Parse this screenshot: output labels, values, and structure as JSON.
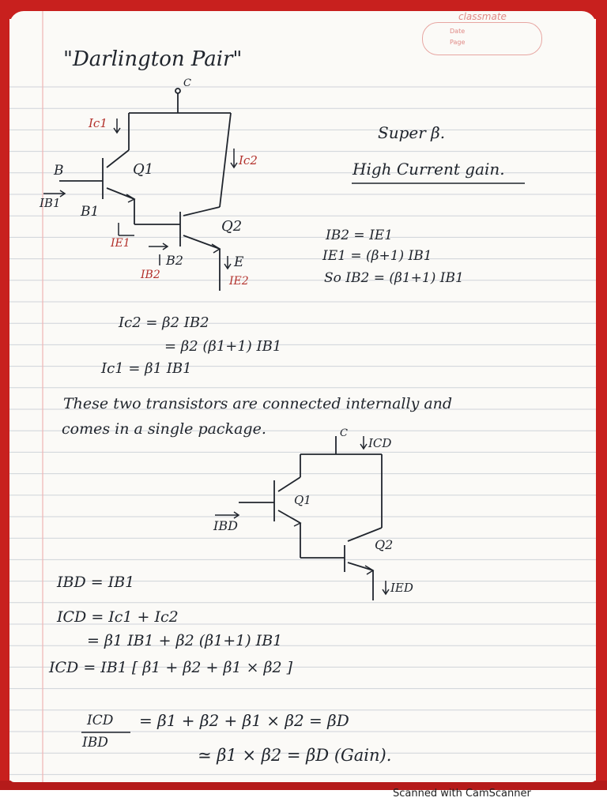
{
  "header": {
    "brand": "classmate",
    "date_label": "Date",
    "page_label": "Page"
  },
  "title": "\"Darlington Pair\"",
  "circuit1": {
    "c": "C",
    "ic1": "Ic1",
    "ic2": "Ic2",
    "b": "B",
    "ib1": "IB1",
    "b1": "B1",
    "q1": "Q1",
    "q2": "Q2",
    "ie1": "IE1",
    "b2": "B2",
    "ib2": "IB2",
    "e": "E",
    "ie2": "IE2"
  },
  "notes": {
    "super": "Super β.",
    "high_gain": "High Current gain."
  },
  "eqs_right": [
    "IB2 = IE1",
    "IE1 = (β+1) IB1",
    "So IB2 = (β1+1) IB1"
  ],
  "eqs_mid": [
    "Ic2 = β2 IB2",
    "= β2 (β1+1) IB1",
    "Ic1 = β1 IB1"
  ],
  "sentence": [
    "These two transistors are connected internally and",
    "comes in a single package."
  ],
  "circuit2": {
    "c": "C",
    "icd": "ICD",
    "q1": "Q1",
    "ibd": "IBD",
    "q2": "Q2",
    "ied": "IED"
  },
  "eqs_bottom": [
    "IBD = IB1",
    "ICD = Ic1 + Ic2",
    "= β1 IB1 + β2 (β1+1) IB1",
    "ICD = IB1 [ β1 + β2 + β1 × β2 ]"
  ],
  "fraction": {
    "num": "ICD",
    "den": "IBD",
    "rhs": "= β1 + β2 + β1 × β2 = βD",
    "approx": "≃ β1 × β2 = βD (Gain)."
  },
  "footer": "Scanned with CamScanner"
}
